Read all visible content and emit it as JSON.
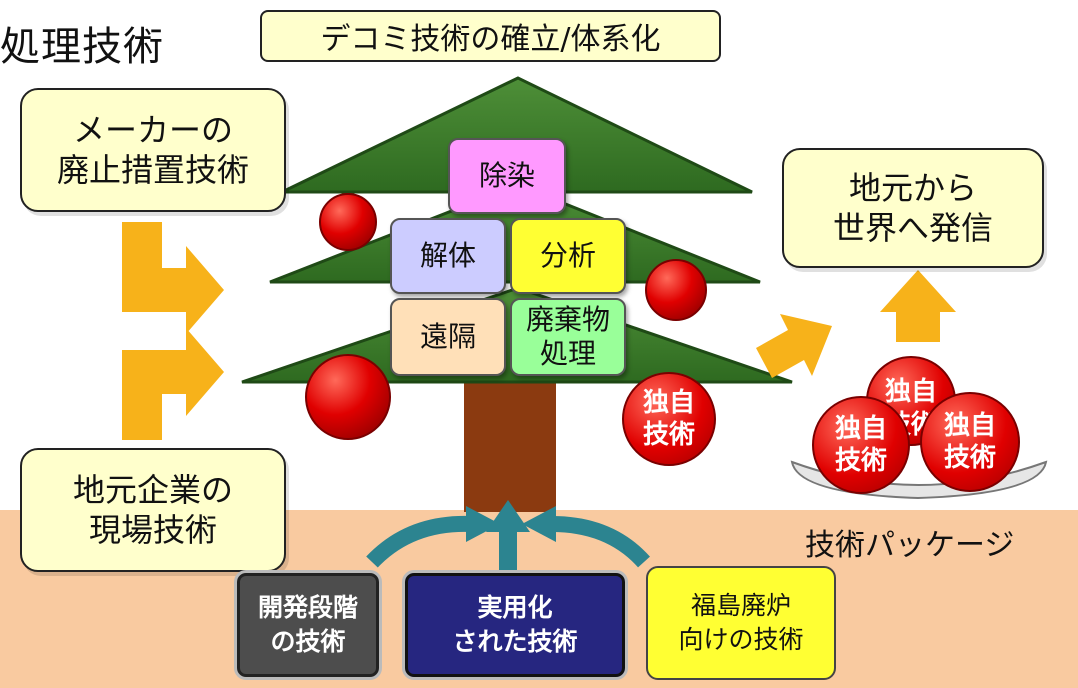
{
  "title": "処理技術",
  "top_box": "デコミ技術の確立/体系化",
  "callouts": {
    "maker": "メーカーの\n廃止措置技術",
    "local": "地元企業の\n現場技術",
    "world": "地元から\n世界へ発信"
  },
  "tree_blocks": {
    "decon": "除染",
    "dismantle": "解体",
    "analysis": "分析",
    "remote": "遠隔",
    "waste": "廃棄物\n処理"
  },
  "ball_label": "独自\n技術",
  "package_label": "技術パッケージ",
  "bottom_boxes": {
    "dev": "開発段階\nの技術",
    "practical": "実用化\nされた技術",
    "fukushima": "福島廃炉\n向けの技術"
  },
  "colors": {
    "callout_fill": "#ffffcc",
    "tree_green": "#3a7a2a",
    "trunk": "#8b3a10",
    "ground": "#f9caa0",
    "arrow_orange": "#f7b21a",
    "arrow_teal": "#2c8490",
    "ball_red": "#e60000",
    "decon_fill": "#ff99ff",
    "dismantle_fill": "#ccccff",
    "analysis_fill": "#ffff33",
    "remote_fill": "#ffe0b8",
    "waste_fill": "#99ff99",
    "dev_fill": "#4d4d4d",
    "practical_fill": "#262680",
    "fukushima_fill": "#ffff33"
  }
}
